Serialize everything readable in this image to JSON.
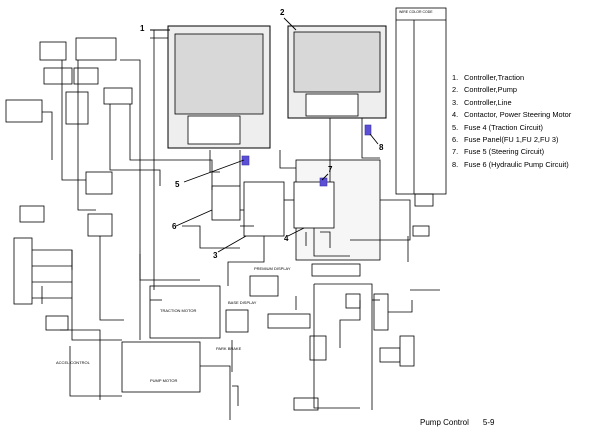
{
  "legend": [
    {
      "num": "1.",
      "label": "Controller,Traction"
    },
    {
      "num": "2.",
      "label": "Controller,Pump"
    },
    {
      "num": "3.",
      "label": "Controller,Line"
    },
    {
      "num": "4.",
      "label": "Contactor, Power Steering Motor"
    },
    {
      "num": "5.",
      "label": "Fuse 4 (Traction Circuit)"
    },
    {
      "num": "6.",
      "label": "Fuse Panel(FU 1,FU 2,FU 3)"
    },
    {
      "num": "7.",
      "label": "Fuse 5 (Steering Circuit)"
    },
    {
      "num": "8.",
      "label": "Fuse 6 (Hydraulic Pump Circuit)"
    }
  ],
  "callouts": [
    "1",
    "2",
    "3",
    "4",
    "5",
    "6",
    "7",
    "8"
  ],
  "wire_table_title": "WIRE COLOR CODE",
  "components": {
    "traction_motor": "TRACTION MOTOR",
    "pump_motor": "PUMP MOTOR",
    "premium_display": "PREMIUM DISPLAY",
    "base_display": "BASE DISPLAY",
    "park_brake": "PARK BRAKE",
    "accel_control": "ACCEL CONTROL"
  },
  "footer": {
    "title": "Pump Control",
    "page": "5-9"
  },
  "colors": {
    "line": "#000000",
    "highlight": "#5b4fd6",
    "panel_fill": "#f4f4f4"
  }
}
